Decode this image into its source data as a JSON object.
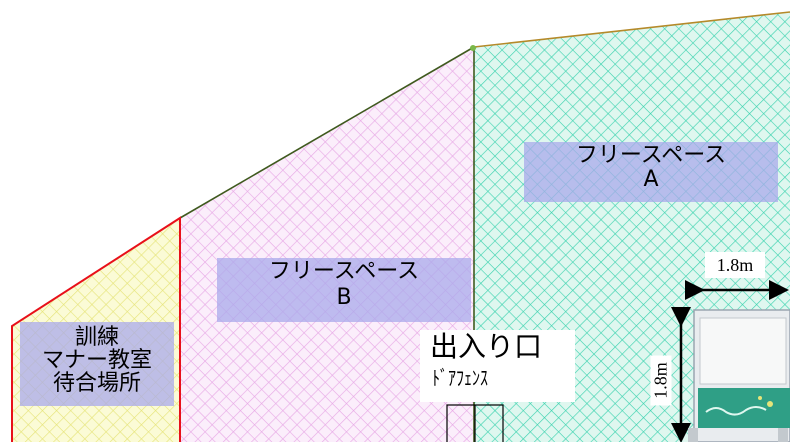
{
  "zones": {
    "a": {
      "line1": "フリースペース",
      "line2": "A"
    },
    "b": {
      "line1": "フリースペース",
      "line2": "B"
    },
    "c": {
      "line1": "訓練",
      "line2": "マナー教室",
      "line3": "待合場所"
    }
  },
  "entrance": {
    "label": "出入り口",
    "sublabel": "ﾄﾞｱﾌｪﾝｽ"
  },
  "dimensions": {
    "width": "1.8m",
    "height": "1.8m"
  },
  "colors": {
    "zone_a_fill": "#dff7ef",
    "zone_a_pattern": "#3fd3b0",
    "zone_b_fill": "#fbeefb",
    "zone_b_pattern": "#e7a9e6",
    "zone_c_fill": "#fbfbd6",
    "zone_c_pattern": "#e6e47a",
    "zone_c_border": "#e8101a",
    "boundary_line": "#3f5a1e",
    "top_line": "#b58a2a",
    "label_box": "#aaaaeb"
  }
}
